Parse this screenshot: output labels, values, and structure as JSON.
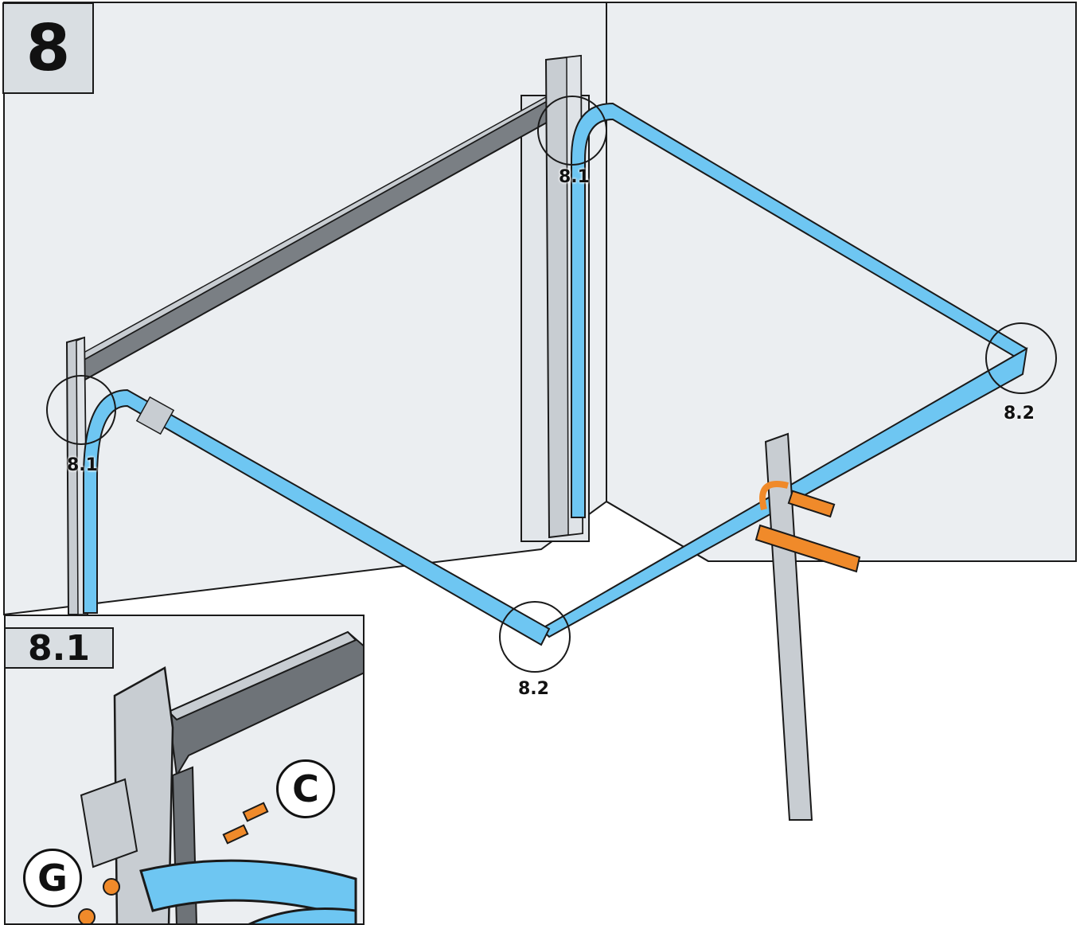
{
  "step": {
    "number": "8"
  },
  "callouts": {
    "detail_1": "8.1",
    "detail_2": "8.2"
  },
  "inset": {
    "title": "8.1",
    "part_c": "C",
    "part_g": "G"
  },
  "colors": {
    "wall": "#ebeef1",
    "track": "#6ec6f2",
    "clamp": "#f08a2a",
    "steel": "#c8cdd2",
    "outline": "#1a1a1a"
  }
}
